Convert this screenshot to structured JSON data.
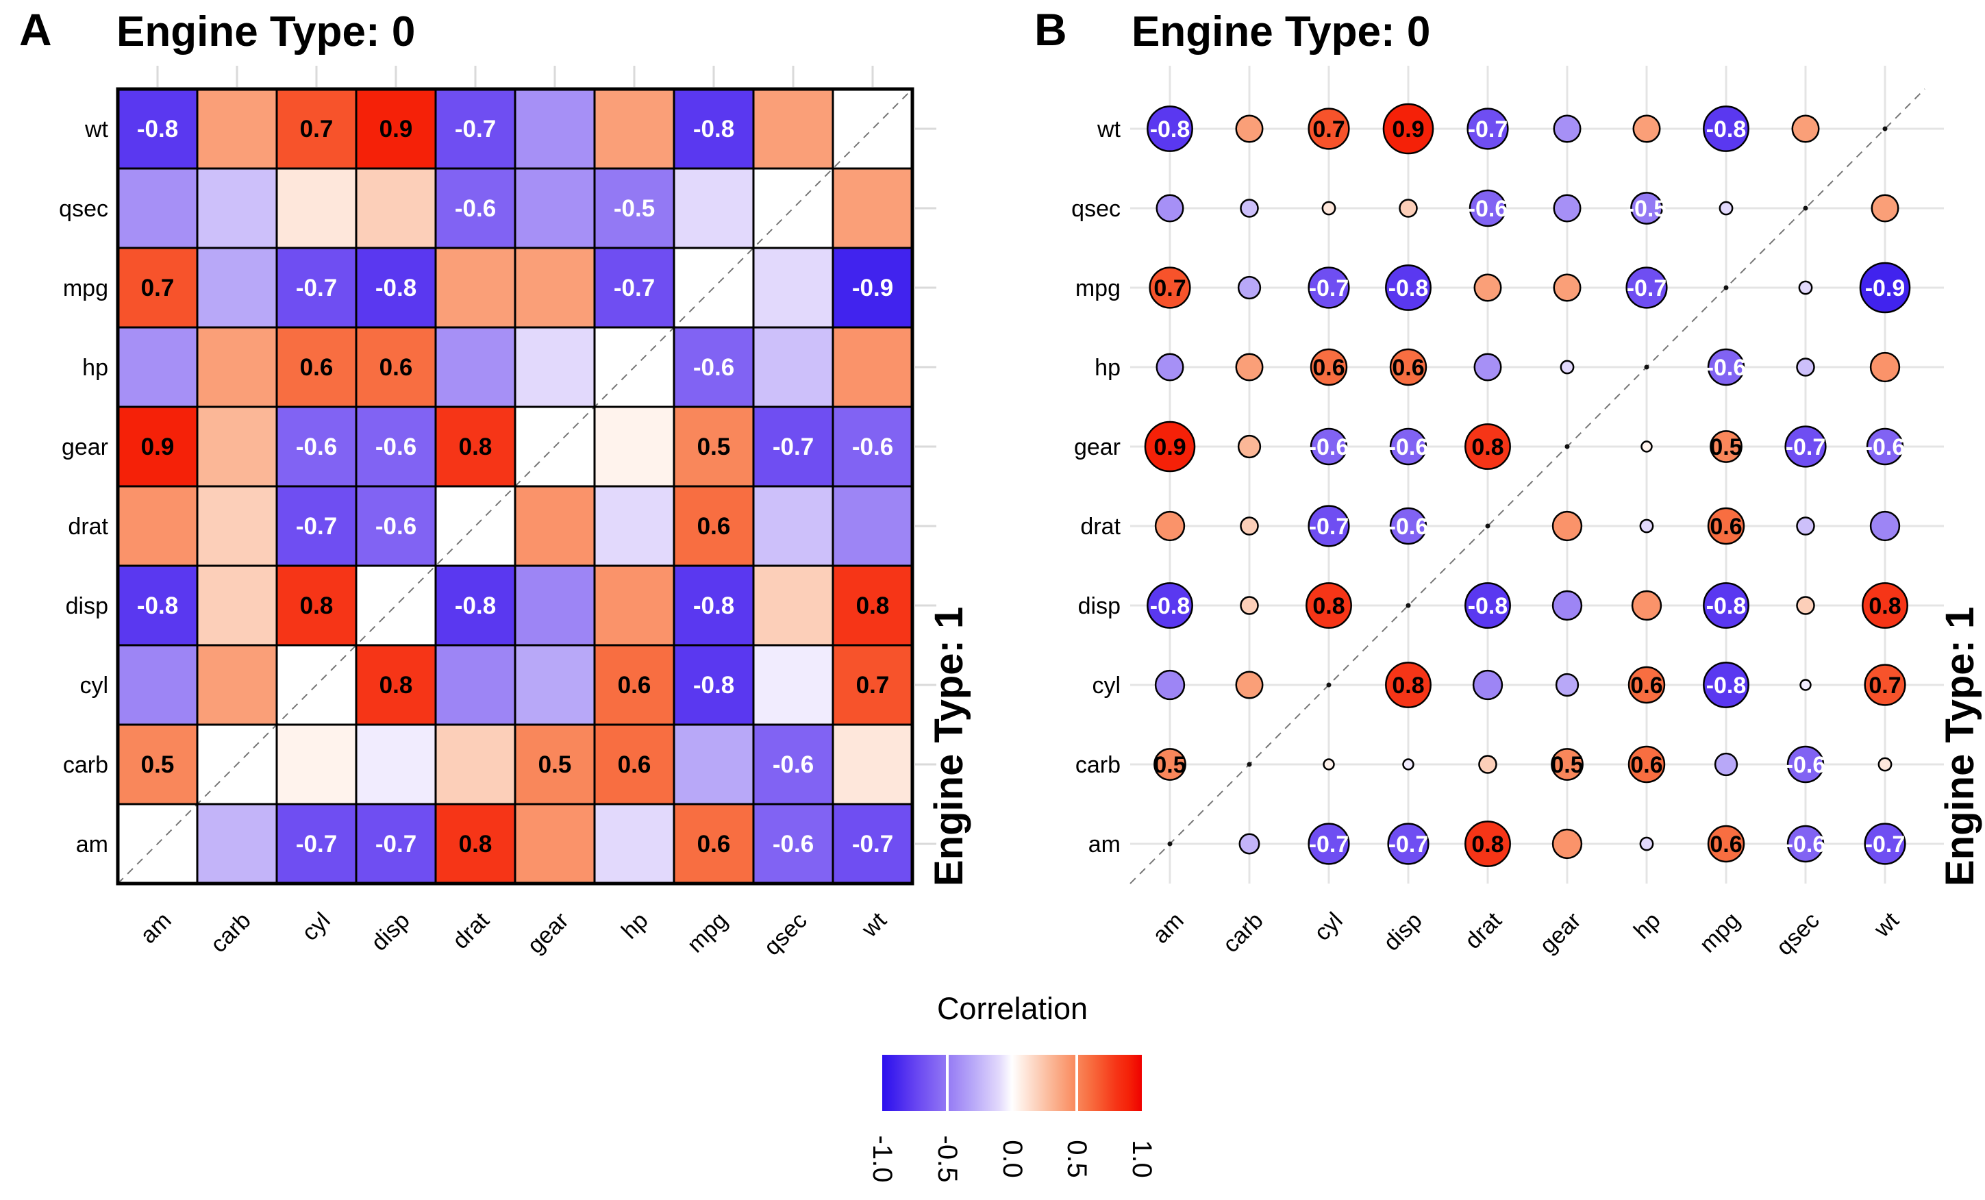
{
  "panels": {
    "a": {
      "tag": "A",
      "facet_top": "Engine Type: 0",
      "facet_right": "Engine Type: 1"
    },
    "b": {
      "tag": "B",
      "facet_top": "Engine Type: 0",
      "facet_right": "Engine Type: 1"
    }
  },
  "legend": {
    "title": "Correlation",
    "tick_labels": [
      "-1.0",
      "-0.5",
      "0.0",
      "0.5",
      "1.0"
    ]
  },
  "chart_data": {
    "type": "heatmap",
    "subtype": [
      "panel A: square correlation heatmap with value labels",
      "panel B: bubble correlation matrix, circle size proportional to |r|"
    ],
    "note": "Split correlation matrix of mtcars variables. Upper-left triangle (above dashed diagonal) = Engine Type: 0 facet; lower-right triangle = Engine Type: 1 facet. Diagonal cells are empty (white square in A, small black dot in B). Values are printed only when |r| >= 0.5; unlabeled cells are colors/bubbles only (estimated values).",
    "x_categories": [
      "am",
      "carb",
      "cyl",
      "disp",
      "drat",
      "gear",
      "hp",
      "mpg",
      "qsec",
      "wt"
    ],
    "y_categories": [
      "wt",
      "qsec",
      "mpg",
      "hp",
      "gear",
      "drat",
      "disp",
      "cyl",
      "carb",
      "am"
    ],
    "label_threshold": 0.5,
    "matrix": [
      [
        -0.8,
        0.4,
        0.7,
        0.9,
        -0.7,
        -0.4,
        0.4,
        -0.8,
        0.4,
        null
      ],
      [
        -0.4,
        -0.2,
        0.1,
        0.2,
        -0.6,
        -0.4,
        -0.5,
        -0.1,
        null,
        0.4
      ],
      [
        0.7,
        -0.3,
        -0.7,
        -0.8,
        0.4,
        0.4,
        -0.7,
        null,
        -0.1,
        -0.9
      ],
      [
        -0.4,
        0.4,
        0.6,
        0.6,
        -0.4,
        -0.1,
        null,
        -0.6,
        -0.2,
        0.45
      ],
      [
        0.9,
        0.3,
        -0.6,
        -0.6,
        0.8,
        null,
        0.05,
        0.5,
        -0.7,
        -0.6
      ],
      [
        0.45,
        0.2,
        -0.7,
        -0.6,
        null,
        0.45,
        -0.1,
        0.6,
        -0.2,
        -0.45
      ],
      [
        -0.8,
        0.2,
        0.8,
        null,
        -0.8,
        -0.45,
        0.45,
        -0.8,
        0.2,
        0.8
      ],
      [
        -0.45,
        0.4,
        null,
        0.8,
        -0.45,
        -0.3,
        0.6,
        -0.8,
        -0.05,
        0.7
      ],
      [
        0.5,
        null,
        0.05,
        -0.05,
        0.2,
        0.5,
        0.6,
        -0.3,
        -0.6,
        0.1
      ],
      [
        null,
        -0.25,
        -0.7,
        -0.7,
        0.8,
        0.45,
        -0.1,
        0.6,
        -0.6,
        -0.7
      ]
    ],
    "facets": {
      "upper_left_triangle": "Engine Type: 0",
      "lower_right_triangle": "Engine Type: 1"
    },
    "color_scale": {
      "label": "Correlation",
      "range": [
        -1,
        1
      ],
      "legend_ticks": [
        -1.0,
        -0.5,
        0.0,
        0.5,
        1.0
      ],
      "legend_position": "bottom-center",
      "stops": [
        [
          -1.0,
          "#2B0FED"
        ],
        [
          -0.9,
          "#4123EE"
        ],
        [
          -0.8,
          "#5A38F0"
        ],
        [
          -0.7,
          "#6F4EF2"
        ],
        [
          -0.6,
          "#8163F3"
        ],
        [
          -0.5,
          "#9379F4"
        ],
        [
          -0.4,
          "#A690F6"
        ],
        [
          -0.3,
          "#B8A8F8"
        ],
        [
          -0.2,
          "#CDC0FA"
        ],
        [
          -0.1,
          "#E2D9FC"
        ],
        [
          0.0,
          "#FFFFFF"
        ],
        [
          0.1,
          "#FEE7DB"
        ],
        [
          0.2,
          "#FCCFB9"
        ],
        [
          0.3,
          "#FBB797"
        ],
        [
          0.4,
          "#FA9F78"
        ],
        [
          0.5,
          "#F9875B"
        ],
        [
          0.6,
          "#F86E41"
        ],
        [
          0.7,
          "#F7532B"
        ],
        [
          0.8,
          "#F63517"
        ],
        [
          0.9,
          "#F52108"
        ],
        [
          1.0,
          "#EF0000"
        ]
      ]
    },
    "grid": true
  }
}
